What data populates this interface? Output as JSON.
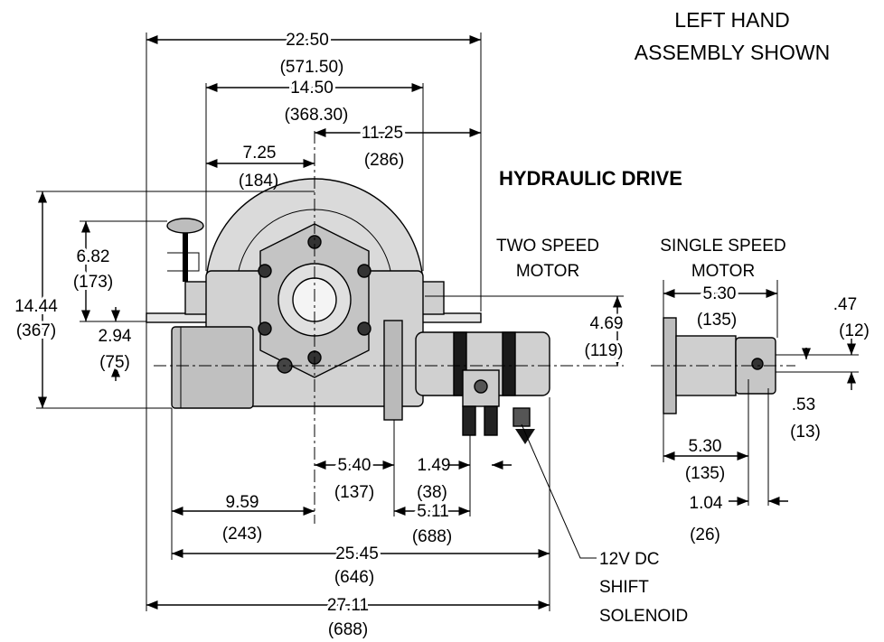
{
  "header": {
    "line1": "LEFT HAND",
    "line2": "ASSEMBLY SHOWN",
    "drive_type": "HYDRAULIC DRIVE"
  },
  "motors": {
    "two_speed_line1": "TWO SPEED",
    "two_speed_line2": "MOTOR",
    "single_speed_line1": "SINGLE SPEED",
    "single_speed_line2": "MOTOR"
  },
  "callout": {
    "line1": "12V DC",
    "line2": "SHIFT",
    "line3": "SOLENOID"
  },
  "dimensions": {
    "overall_top": {
      "in": "22.50",
      "mm": "(571.50)"
    },
    "mount_width": {
      "in": "14.50",
      "mm": "(368.30)"
    },
    "right_half": {
      "in": "11.25",
      "mm": "(286)"
    },
    "left_half": {
      "in": "7.25",
      "mm": "(184)"
    },
    "overall_height": {
      "in": "14.44",
      "mm": "(367)"
    },
    "handle_height": {
      "in": "6.82",
      "mm": "(173)"
    },
    "base_offset": {
      "in": "2.94",
      "mm": "(75)"
    },
    "shaft_height": {
      "in": "4.69",
      "mm": "(119)"
    },
    "center_to_flange": {
      "in": "5.40",
      "mm": "(137)"
    },
    "stub_length": {
      "in": "1.49",
      "mm": "(38)"
    },
    "motor_length": {
      "in": "5.11",
      "mm": "(688)"
    },
    "left_to_center": {
      "in": "9.59",
      "mm": "(243)"
    },
    "overall_mid": {
      "in": "25.45",
      "mm": "(646)"
    },
    "overall_bottom": {
      "in": "27.11",
      "mm": "(688)"
    },
    "single_motor_top": {
      "in": "5.30",
      "mm": "(135)"
    },
    "single_motor_bottom": {
      "in": "5.30",
      "mm": "(135)"
    },
    "shaft_dia_top": {
      "in": ".47",
      "mm": "(12)"
    },
    "shaft_dia_side": {
      "in": ".53",
      "mm": "(13)"
    },
    "shaft_extension": {
      "in": "1.04",
      "mm": "(26)"
    }
  },
  "colors": {
    "line": "#000000",
    "housing_fill": "#d9d9d9",
    "body_fill": "#c8c8c8",
    "dark_part": "#1a1a1a"
  }
}
